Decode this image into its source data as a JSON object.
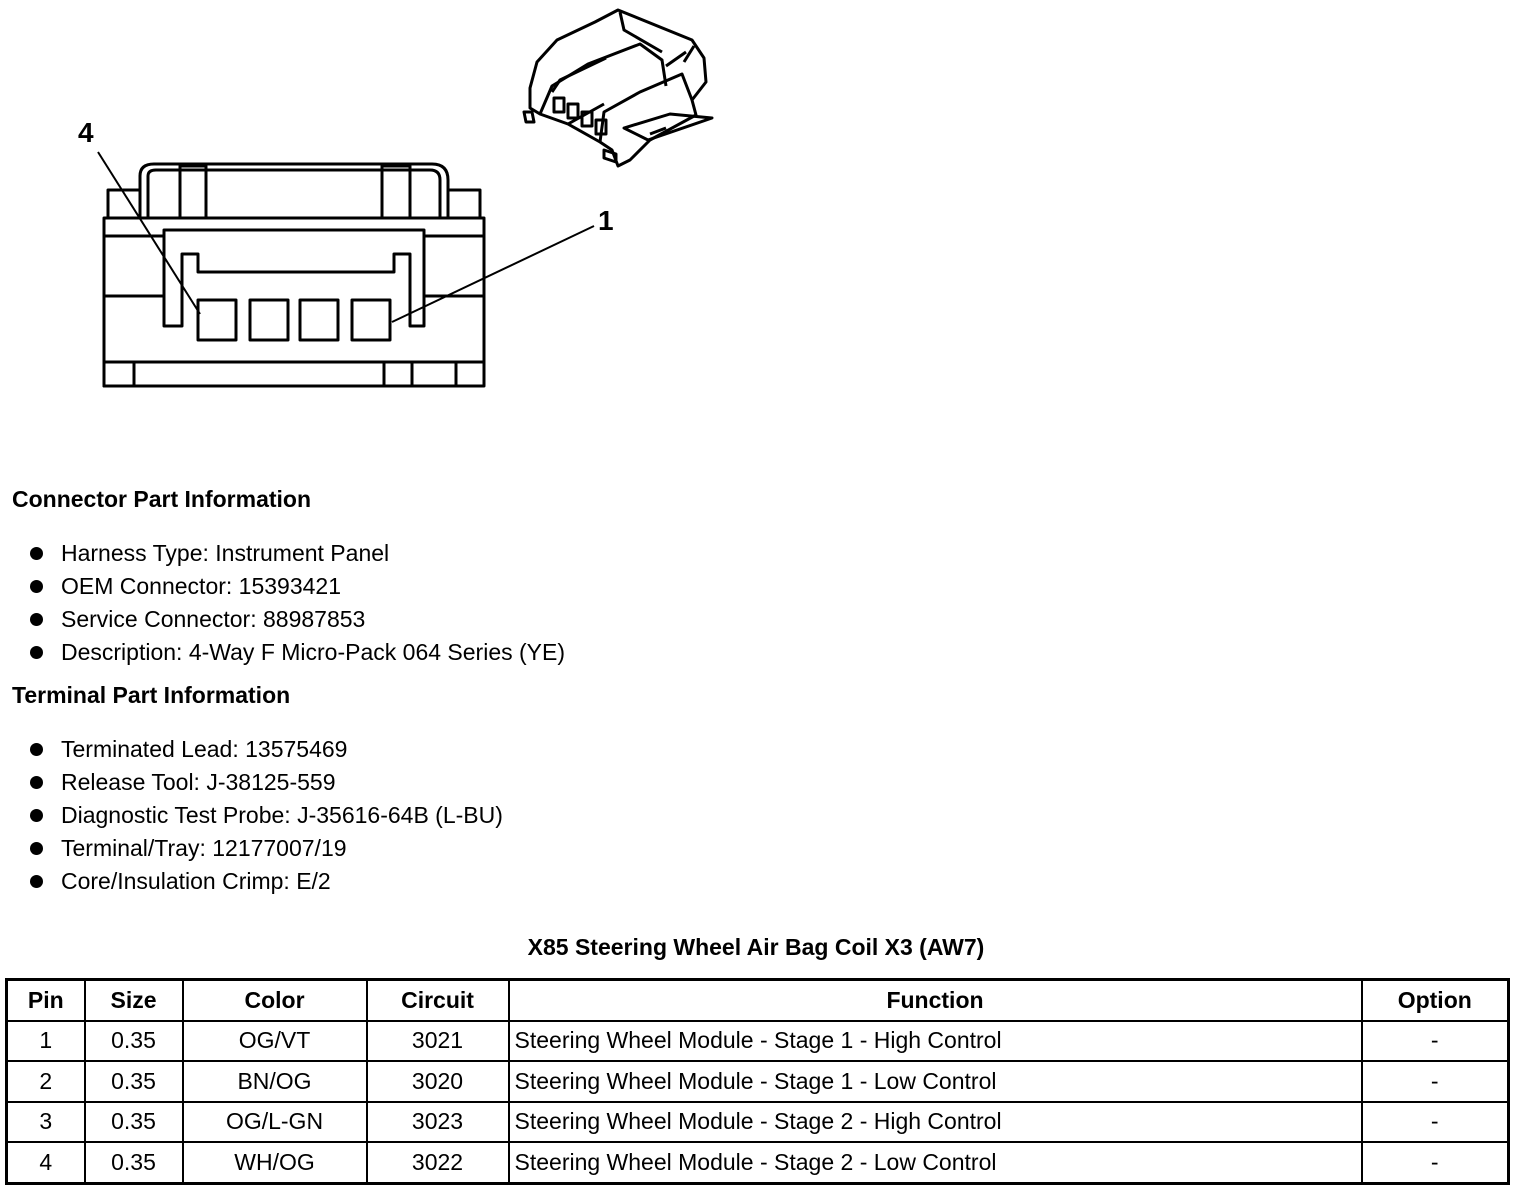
{
  "diagram": {
    "callouts": {
      "left": "4",
      "right": "1"
    }
  },
  "connector_info": {
    "heading": "Connector Part Information",
    "items": [
      "Harness Type: Instrument Panel",
      "OEM Connector: 15393421",
      "Service Connector: 88987853",
      "Description: 4-Way F Micro-Pack 064 Series (YE)"
    ]
  },
  "terminal_info": {
    "heading": "Terminal Part Information",
    "items": [
      "Terminated Lead: 13575469",
      "Release Tool: J-38125-559",
      "Diagnostic Test Probe: J-35616-64B (L-BU)",
      "Terminal/Tray: 12177007/19",
      "Core/Insulation Crimp: E/2"
    ]
  },
  "pin_table": {
    "title": "X85 Steering Wheel Air Bag Coil X3 (AW7)",
    "headers": [
      "Pin",
      "Size",
      "Color",
      "Circuit",
      "Function",
      "Option"
    ],
    "rows": [
      [
        "1",
        "0.35",
        "OG/VT",
        "3021",
        "Steering Wheel Module - Stage 1 - High Control",
        "-"
      ],
      [
        "2",
        "0.35",
        "BN/OG",
        "3020",
        "Steering Wheel Module - Stage 1 - Low Control",
        "-"
      ],
      [
        "3",
        "0.35",
        "OG/L-GN",
        "3023",
        "Steering Wheel Module - Stage 2 - High Control",
        "-"
      ],
      [
        "4",
        "0.35",
        "WH/OG",
        "3022",
        "Steering Wheel Module - Stage 2 - Low Control",
        "-"
      ]
    ]
  }
}
